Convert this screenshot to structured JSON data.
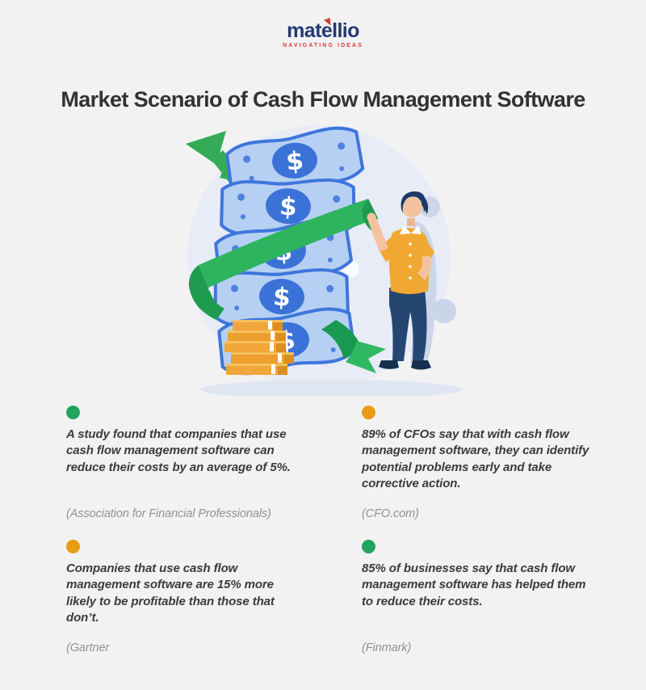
{
  "page": {
    "background": "#f2f2f3"
  },
  "header": {
    "logo": {
      "brand": "matellio",
      "tagline": "NAVIGATING IDEAS",
      "brand_color": "#233a70",
      "accent_color": "#d83a3c"
    },
    "title": "Market Scenario of Cash Flow Management Software"
  },
  "illustration": {
    "name": "cash-stack-growth-arrow-and-man",
    "currency_symbol": "$",
    "palette": {
      "background_circle": "#e8ecf6",
      "bill_body": "#b6d0f4",
      "bill_edge": "#3f76dc",
      "bill_oval": "#3b72d8",
      "arrow_green": "#2fae5c",
      "arrow_green_dark": "#1f9b4f",
      "coin_gold": "#f0a63a",
      "coin_gold_dark": "#dd8e20",
      "shirt_yellow": "#f0a832",
      "pants_navy": "#264672",
      "skin": "#f3c3a0",
      "hair_navy": "#1d3a69"
    }
  },
  "stats": [
    {
      "dot_color": "#21a45e",
      "text": "A study found that companies that use cash flow management software can reduce their costs by an average of 5%.",
      "source": "(Association for Financial Professionals)"
    },
    {
      "dot_color": "#e89c15",
      "text": "89% of CFOs say that with cash flow management software, they can identify potential problems early and take corrective action.",
      "source": "(CFO.com)"
    },
    {
      "dot_color": "#e89c15",
      "text": "Companies that use cash flow management software are 15% more likely to be profitable than those that don’t.",
      "source": "(Gartner"
    },
    {
      "dot_color": "#21a45e",
      "text": "85% of businesses say that cash flow management software has helped them to reduce their costs.",
      "source": "(Finmark)"
    }
  ]
}
